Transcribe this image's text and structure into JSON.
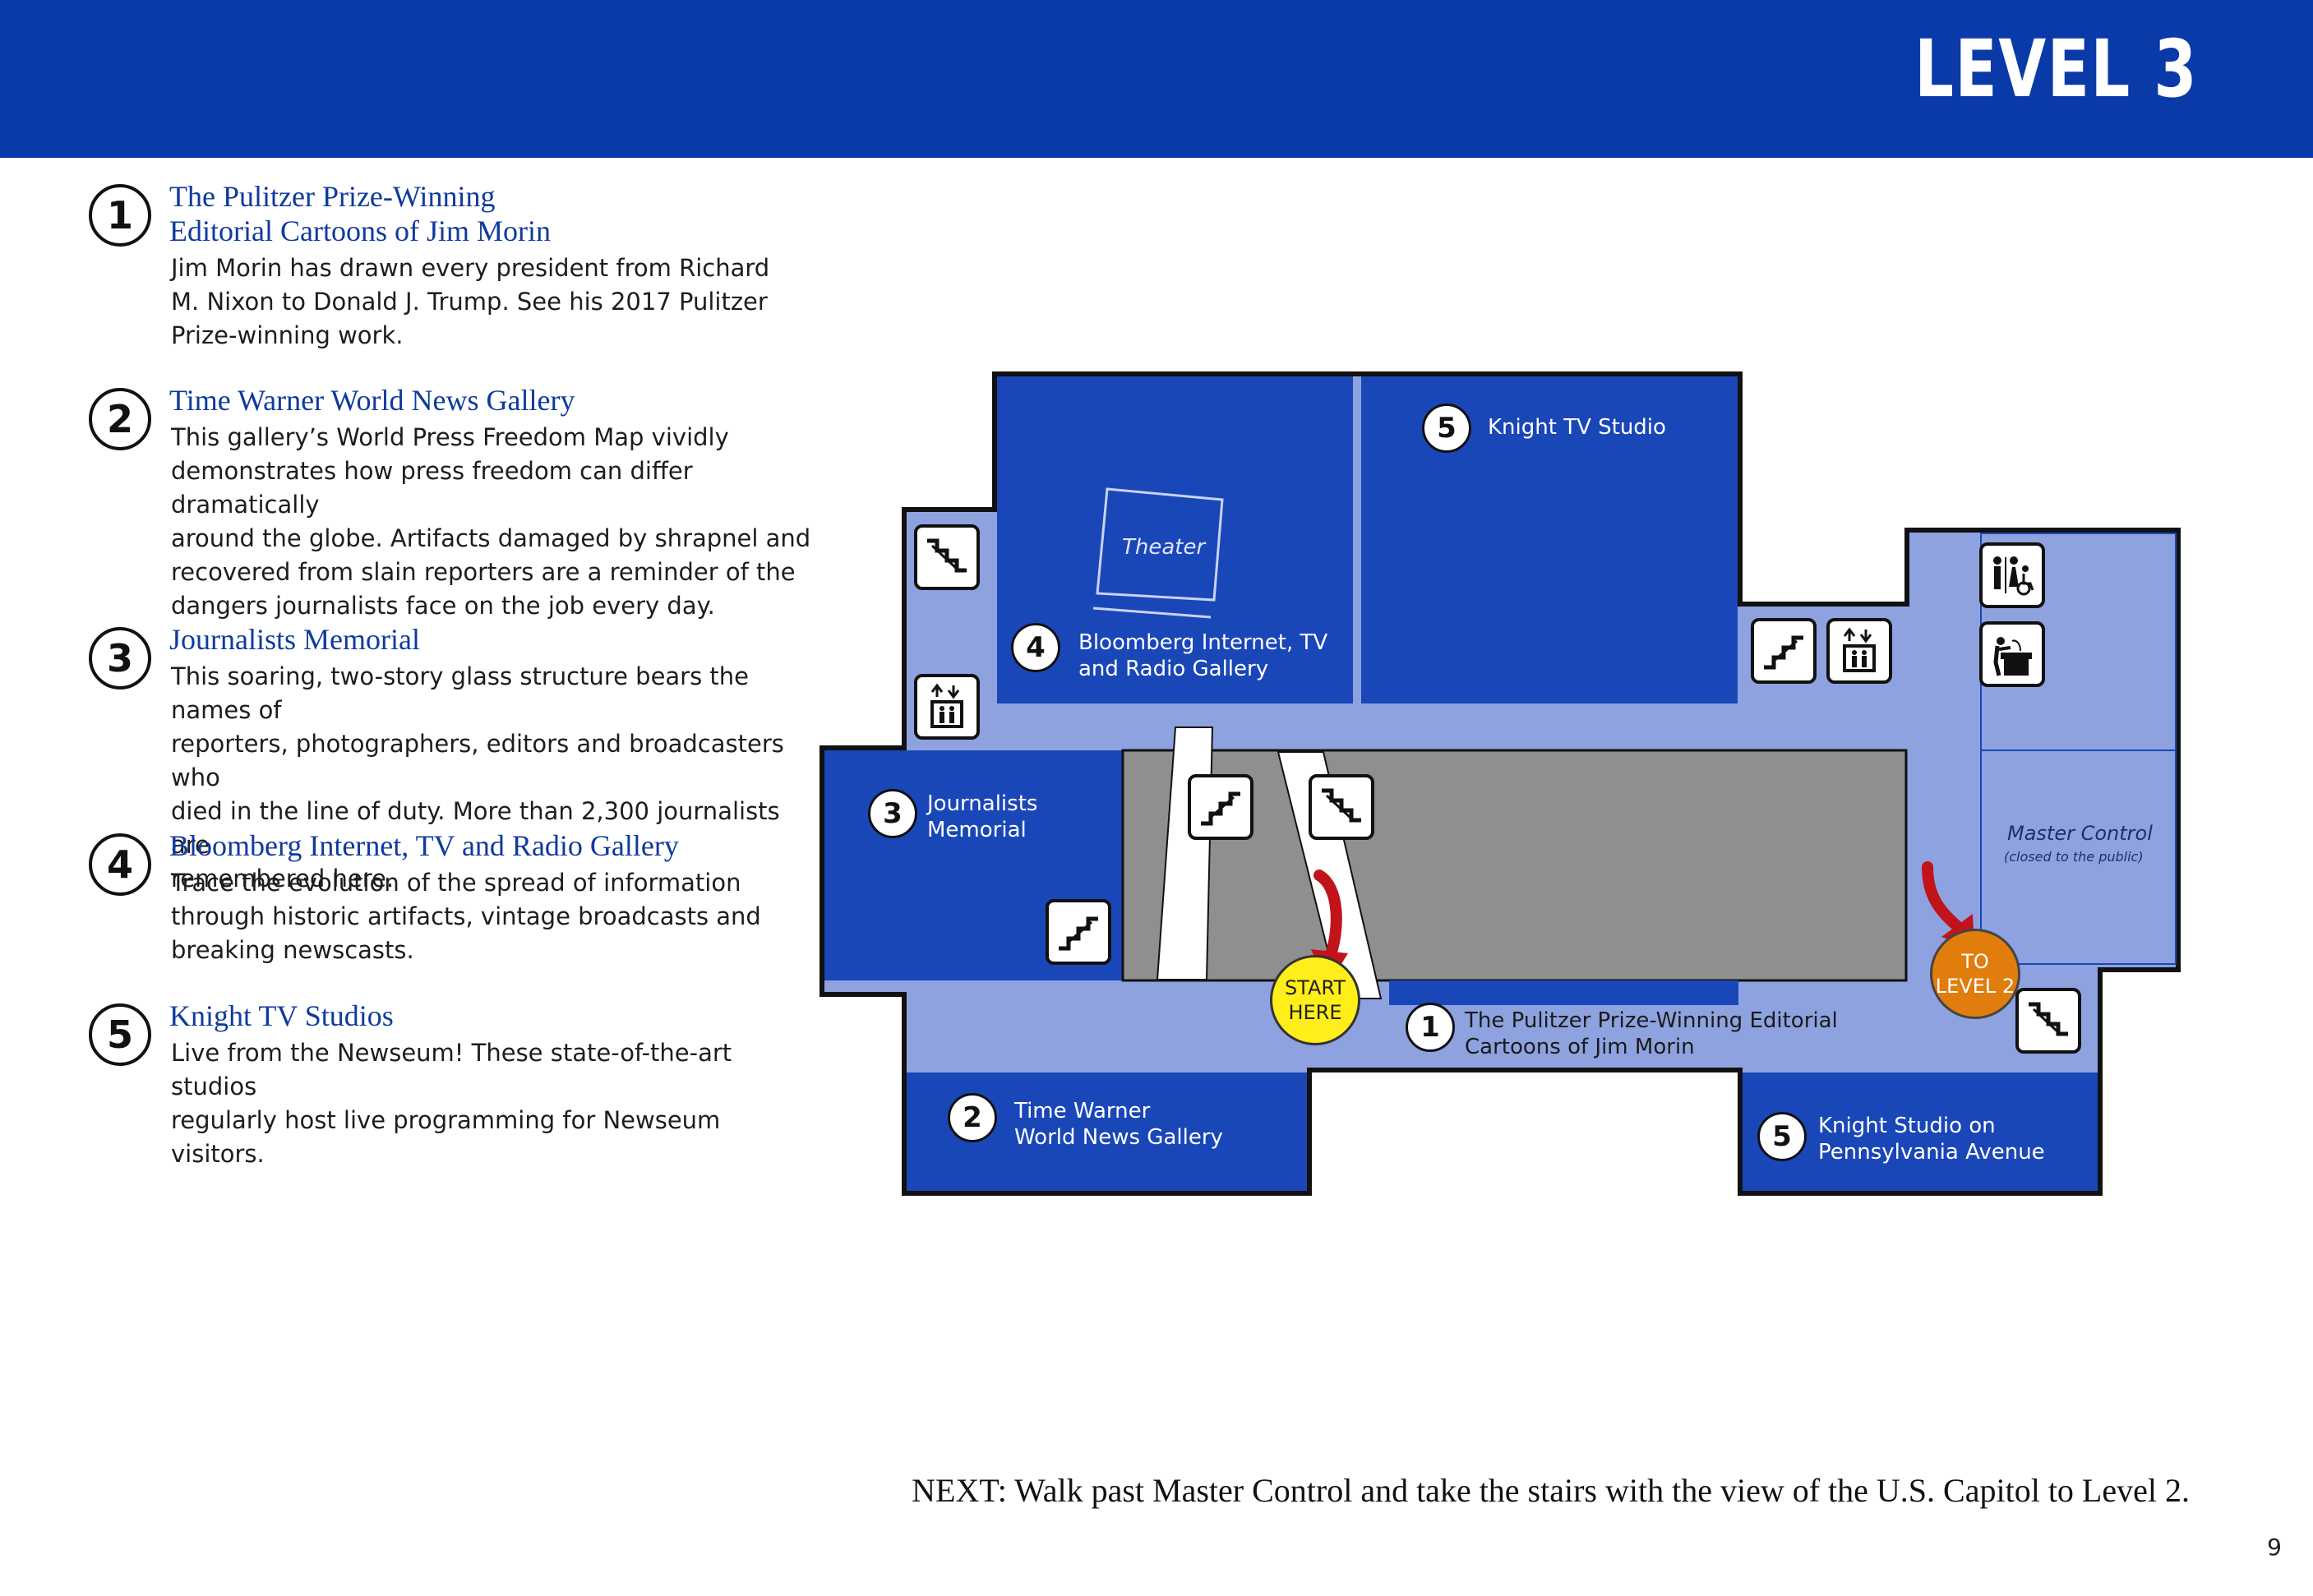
{
  "header": {
    "level_title": "LEVEL 3",
    "band_color": "#0a3aa8"
  },
  "legend": [
    {
      "number": "1",
      "title_line1": "The Pulitzer Prize-Winning",
      "title_line2": "Editorial Cartoons of Jim Morin",
      "desc_lines": [
        "Jim Morin has drawn every president from Richard",
        "M. Nixon to Donald J. Trump. See his 2017 Pulitzer",
        "Prize-winning work."
      ]
    },
    {
      "number": "2",
      "title_line1": "Time Warner World News Gallery",
      "title_line2": "",
      "desc_lines": [
        "This gallery’s World Press Freedom Map vividly",
        "demonstrates how press freedom can differ dramatically",
        "around the globe. Artifacts damaged by shrapnel and",
        "recovered from slain reporters are a reminder of the",
        "dangers journalists face on the job every day."
      ]
    },
    {
      "number": "3",
      "title_line1": "Journalists Memorial",
      "title_line2": "",
      "desc_lines": [
        "This soaring, two-story glass structure bears the names of",
        "reporters, photographers, editors and broadcasters who",
        "died in the line of duty. More than 2,300 journalists are",
        "remembered here."
      ]
    },
    {
      "number": "4",
      "title_line1": "Bloomberg Internet, TV and Radio Gallery",
      "title_line2": "",
      "desc_lines": [
        "Trace the evolution of the spread of information",
        "through historic artifacts, vintage broadcasts and",
        "breaking newscasts."
      ]
    },
    {
      "number": "5",
      "title_line1": "Knight TV Studios",
      "title_line2": "",
      "desc_lines": [
        "Live from the Newseum! These state-of-the-art studios",
        "regularly host live programming for Newseum visitors."
      ]
    }
  ],
  "map": {
    "colors": {
      "room": "#1a47b8",
      "corridor": "#8ea2e0",
      "atrium": "#8f8f8f",
      "wall": "#111111",
      "arrow": "#c0141a"
    },
    "rooms": {
      "knight_tv_studio": {
        "number": "5",
        "label": "Knight TV Studio"
      },
      "theater": {
        "label": "Theater"
      },
      "bloomberg": {
        "number": "4",
        "line1": "Bloomberg Internet, TV",
        "line2": "and Radio Gallery"
      },
      "journalists_memorial": {
        "number": "3",
        "line1": "Journalists",
        "line2": "Memorial"
      },
      "master_control": {
        "label": "Master Control",
        "note": "(closed to the public)"
      },
      "pulitzer": {
        "number": "1",
        "line1": "The Pulitzer Prize-Winning Editorial",
        "line2": "Cartoons of Jim Morin"
      },
      "time_warner": {
        "number": "2",
        "line1": "Time Warner",
        "line2": "World News Gallery"
      },
      "knight_studio_penn": {
        "number": "5",
        "line1": "Knight Studio on",
        "line2": "Pennsylvania Avenue"
      }
    },
    "start_here": {
      "line1": "START",
      "line2": "HERE"
    },
    "to_level2": {
      "line1": "TO",
      "line2": "LEVEL 2"
    },
    "icons": [
      "stairs-down-icon",
      "elevator-icon",
      "stairs-up-icon",
      "restroom-icon",
      "water-fountain-icon"
    ]
  },
  "footer": {
    "next_text": "NEXT: Walk past Master Control and take the stairs with the view of the U.S. Capitol to Level 2.",
    "page_number": "9"
  }
}
